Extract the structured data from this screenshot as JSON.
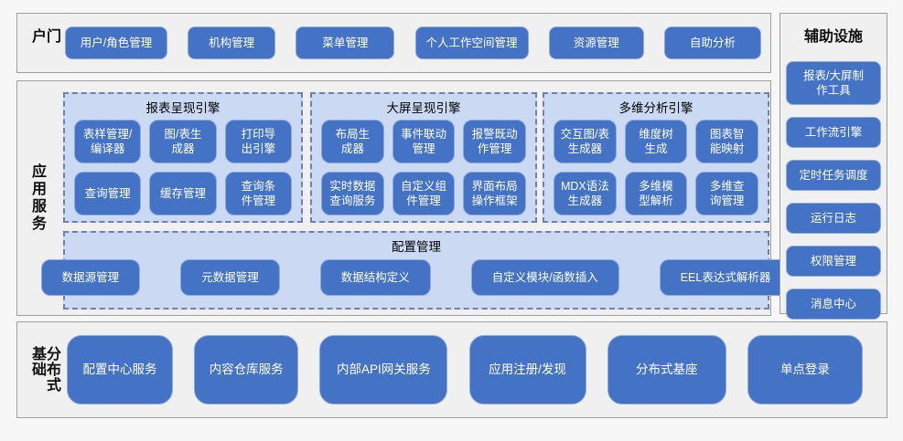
{
  "colors": {
    "node_fill": "#4472c4",
    "node_border": "#8ea9db",
    "node_text": "#ffffff",
    "panel_fill": "#cbd9f2",
    "panel_dash_border": "#6d80b0",
    "section_fill": "#f0f0f1",
    "section_border": "#9e9e9e",
    "page_background": "#f7f7f7"
  },
  "sections": {
    "portal": {
      "label": "门户",
      "items": [
        "用户/角色管理",
        "机构管理",
        "菜单管理",
        "个人工作空间管理",
        "资源管理",
        "自助分析"
      ]
    },
    "app_services": {
      "label": "应用服务",
      "engines": [
        {
          "title": "报表呈现引擎",
          "items": [
            "表样管理/\n编译器",
            "图/表生\n成器",
            "打印导\n出引擎",
            "查询管理",
            "缓存管理",
            "查询条\n件管理"
          ]
        },
        {
          "title": "大屏呈现引擎",
          "items": [
            "布局生\n成器",
            "事件联动\n管理",
            "报警既动\n作管理",
            "实时数据\n查询服务",
            "自定义组\n件管理",
            "界面布局\n操作框架"
          ]
        },
        {
          "title": "多维分析引擎",
          "items": [
            "交互图/表\n生成器",
            "维度树\n生成",
            "图表智\n能映射",
            "MDX语法\n生成器",
            "多维模\n型解析",
            "多维查\n询管理"
          ]
        }
      ],
      "config": {
        "title": "配置管理",
        "items": [
          "数据源管理",
          "元数据管理",
          "数据结构定义",
          "自定义模块/函数插入",
          "EEL表达式解析器"
        ]
      }
    },
    "distributed": {
      "label": "分布式基础",
      "items": [
        "配置中心服务",
        "内容仓库服务",
        "内部API网关服务",
        "应用注册/发现",
        "分布式基座",
        "单点登录"
      ]
    },
    "auxiliary": {
      "label": "辅助设施",
      "items": [
        "报表/大屏制\n作工具",
        "工作流引擎",
        "定时任务调度",
        "运行日志",
        "权限管理",
        "消息中心"
      ]
    }
  }
}
